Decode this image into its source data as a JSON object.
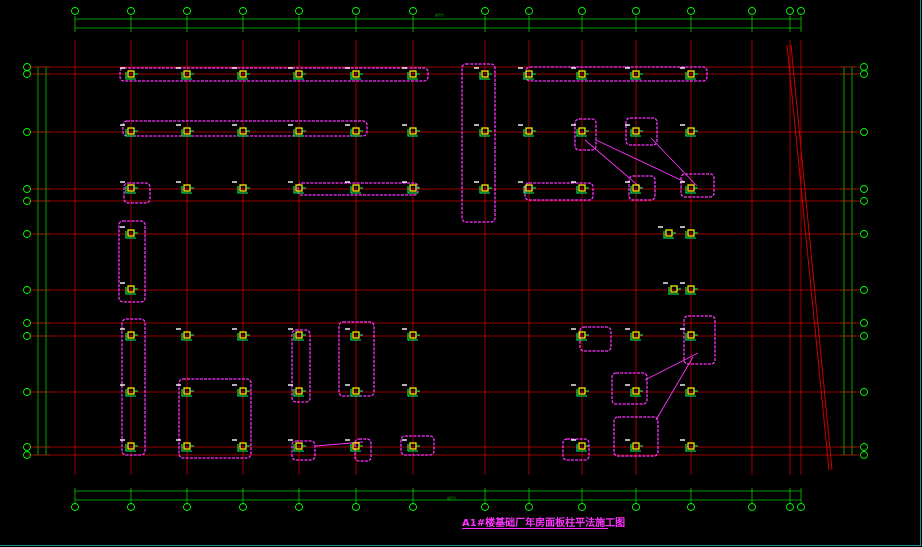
{
  "drawing": {
    "title": "A1#楼基础厂年房面板柱平法施工图",
    "top_dimension_text": "总尺寸",
    "bottom_dimension_text": "总尺寸",
    "colors": {
      "background": "#000000",
      "grid_line": "#cc0000",
      "dimension": "#00cc00",
      "cloud": "#ff33ff",
      "column": "#ffff00",
      "rebar": "#00ff66",
      "label": "#ffffff",
      "axis_bubble": "#00ff00"
    }
  }
}
